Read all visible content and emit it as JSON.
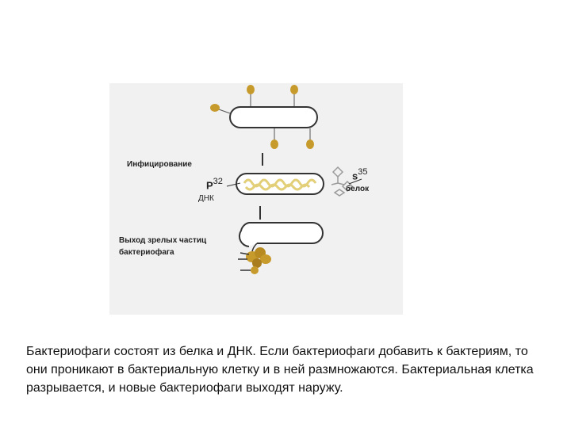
{
  "figure": {
    "labels": {
      "infection": "Инфицирование",
      "p_symbol": "P",
      "p_isotope": "32",
      "dna": "ДНК",
      "s_symbol": "s",
      "s_isotope": "35",
      "protein": "белок",
      "release_line1": "Выход зрелых частиц",
      "release_line2": "бактериофага"
    },
    "colors": {
      "phage": "#c79a2c",
      "dna": "#e2cf78",
      "cell_outline": "#333333",
      "background": "#f1f1f1"
    }
  },
  "caption": {
    "text": "Бактериофаги состоят из белка и ДНК. Если бактериофаги добавить  к бактериям, то они проникают в бактериальную клетку и в ней размножаются. Бактериальная клетка разрывается, и новые бактериофаги выходят наружу."
  }
}
